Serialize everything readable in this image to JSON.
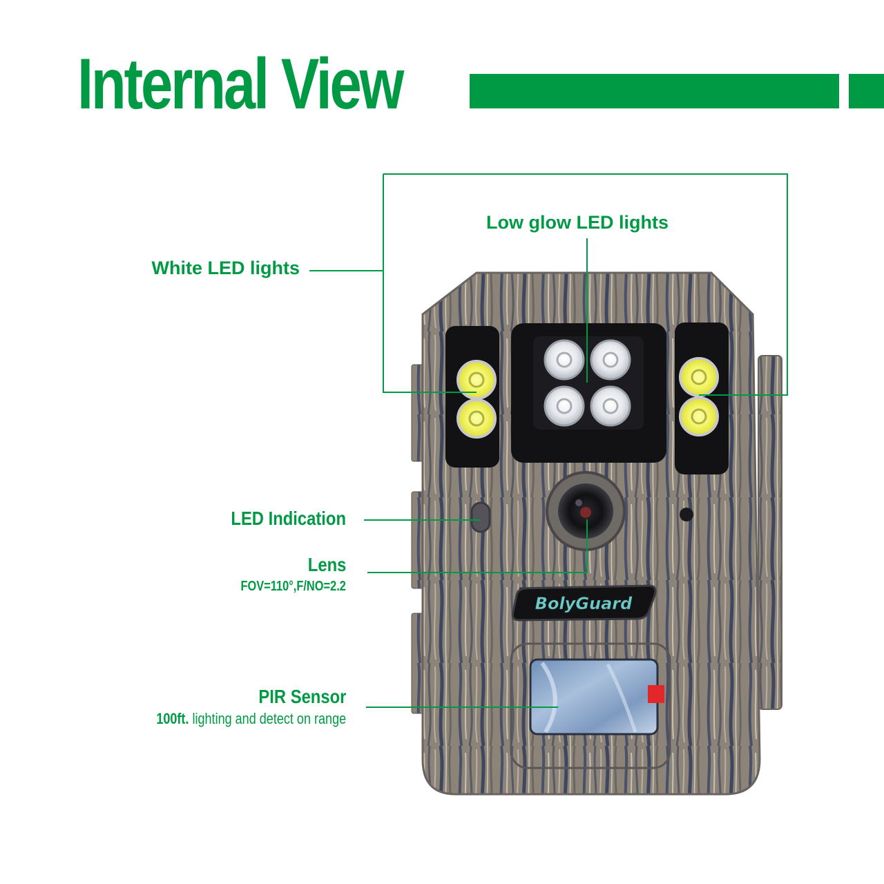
{
  "header": {
    "title": "Internal View"
  },
  "labels": {
    "white_led": "White LED lights",
    "low_glow_led": "Low glow LED lights",
    "led_indication": "LED Indication",
    "lens": "Lens",
    "lens_spec": "FOV=110°,F/NO=2.2",
    "pir_sensor": "PIR Sensor",
    "pir_spec_bold": "100ft.",
    "pir_spec": " lighting and detect on range"
  },
  "product": {
    "brand": "BolyGuard"
  },
  "colors": {
    "accent": "#009a44",
    "camo_base": "#8c8478",
    "camo_dark": "#4a5068",
    "white_led": "#f3f56a",
    "low_glow_led": "#e6e8ec",
    "pir_window": "#8aa6c8",
    "indicator_red": "#e0272a"
  },
  "icons": [
    "white-led-icon",
    "low-glow-led-icon",
    "lens-icon",
    "pir-window-icon",
    "indicator-led-icon",
    "brand-logo"
  ]
}
